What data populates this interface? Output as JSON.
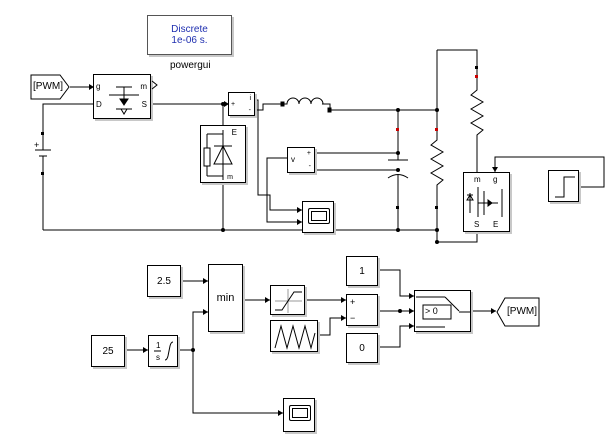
{
  "powergui": {
    "line1": "Discrete",
    "line2": "1e-06 s.",
    "label": "powergui"
  },
  "goto_tag": "[PWM]",
  "from_tag": "[PWM]",
  "igbt_ports": {
    "g": "g",
    "m": "m",
    "D": "D",
    "S": "S"
  },
  "mosfet_ports": {
    "m": "m",
    "g": "g",
    "S": "S",
    "E": "E"
  },
  "current_sensor_ports": {
    "plus": "+",
    "i": "i",
    "minus": "-"
  },
  "voltage_sensor_ports": {
    "plus": "+",
    "v": "v",
    "minus": "-"
  },
  "diode_block_ports": {
    "m": "m",
    "E": "E"
  },
  "battery_sign": "+",
  "constants": {
    "c_2_5": "2.5",
    "c_25": "25",
    "c_1": "1",
    "c_0": "0"
  },
  "min_block": "min",
  "integrator": {
    "num": "1",
    "den": "s"
  },
  "sum_signs": {
    "top": "+",
    "bottom": "−"
  },
  "switch_label": "> 0"
}
